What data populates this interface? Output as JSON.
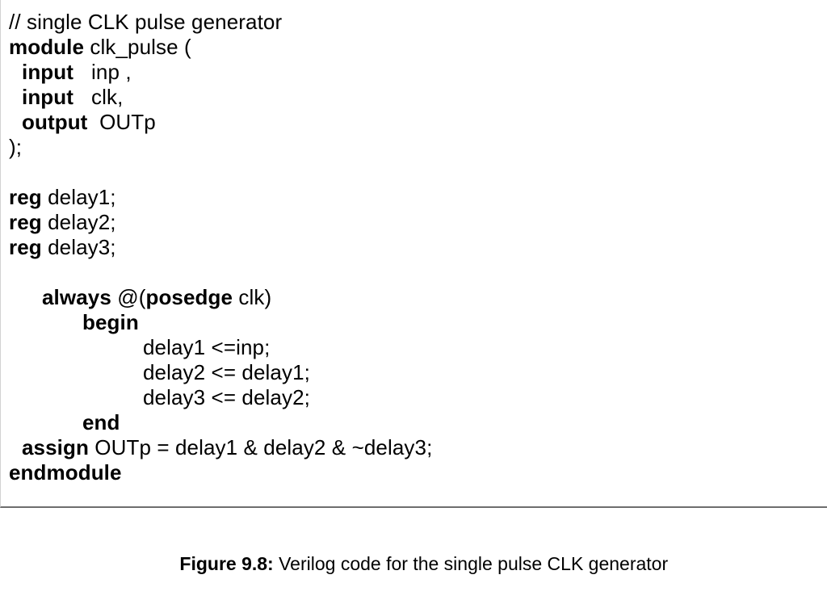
{
  "figure": {
    "background_color": "#ffffff",
    "text_color": "#000000",
    "rule_color": "#6e6e6e",
    "left_border_color": "#d2d2d2",
    "caption": {
      "label": "Figure 9.8:",
      "text": " Verilog code for the single pulse CLK generator"
    }
  },
  "code": {
    "language": "Verilog",
    "lines": [
      {
        "indent": "i0",
        "segments": [
          {
            "text": "// single CLK pulse generator",
            "bold": false
          }
        ]
      },
      {
        "indent": "i0",
        "segments": [
          {
            "text": "module",
            "bold": true
          },
          {
            "text": " clk_pulse (",
            "bold": false
          }
        ]
      },
      {
        "indent": "i1",
        "segments": [
          {
            "text": "input",
            "bold": true
          },
          {
            "text": "   inp ,",
            "bold": false
          }
        ]
      },
      {
        "indent": "i1",
        "segments": [
          {
            "text": "input",
            "bold": true
          },
          {
            "text": "   clk,",
            "bold": false
          }
        ]
      },
      {
        "indent": "i1",
        "segments": [
          {
            "text": "output",
            "bold": true
          },
          {
            "text": "  OUTp",
            "bold": false
          }
        ]
      },
      {
        "indent": "i0",
        "segments": [
          {
            "text": ");",
            "bold": false
          }
        ]
      },
      {
        "indent": "i0",
        "segments": [
          {
            "text": "",
            "bold": false
          }
        ]
      },
      {
        "indent": "i0",
        "segments": [
          {
            "text": "reg",
            "bold": true
          },
          {
            "text": " delay1;",
            "bold": false
          }
        ]
      },
      {
        "indent": "i0",
        "segments": [
          {
            "text": "reg",
            "bold": true
          },
          {
            "text": " delay2;",
            "bold": false
          }
        ]
      },
      {
        "indent": "i0",
        "segments": [
          {
            "text": "reg",
            "bold": true
          },
          {
            "text": " delay3;",
            "bold": false
          }
        ]
      },
      {
        "indent": "i0",
        "segments": [
          {
            "text": "",
            "bold": false
          }
        ]
      },
      {
        "indent": "i2",
        "segments": [
          {
            "text": "always",
            "bold": true
          },
          {
            "text": " @(",
            "bold": false
          },
          {
            "text": "posedge",
            "bold": true
          },
          {
            "text": " clk)",
            "bold": false
          }
        ]
      },
      {
        "indent": "i3",
        "segments": [
          {
            "text": "begin",
            "bold": true
          }
        ]
      },
      {
        "indent": "i4",
        "segments": [
          {
            "text": "delay1 <=inp;",
            "bold": false
          }
        ]
      },
      {
        "indent": "i4",
        "segments": [
          {
            "text": "delay2 <= delay1;",
            "bold": false
          }
        ]
      },
      {
        "indent": "i4",
        "segments": [
          {
            "text": "delay3 <= delay2;",
            "bold": false
          }
        ]
      },
      {
        "indent": "i3",
        "segments": [
          {
            "text": "end",
            "bold": true
          }
        ]
      },
      {
        "indent": "i1",
        "segments": [
          {
            "text": "assign",
            "bold": true
          },
          {
            "text": " OUTp = delay1 & delay2 & ~delay3;",
            "bold": false
          }
        ]
      },
      {
        "indent": "i0",
        "segments": [
          {
            "text": "endmodule",
            "bold": true
          }
        ]
      }
    ]
  }
}
